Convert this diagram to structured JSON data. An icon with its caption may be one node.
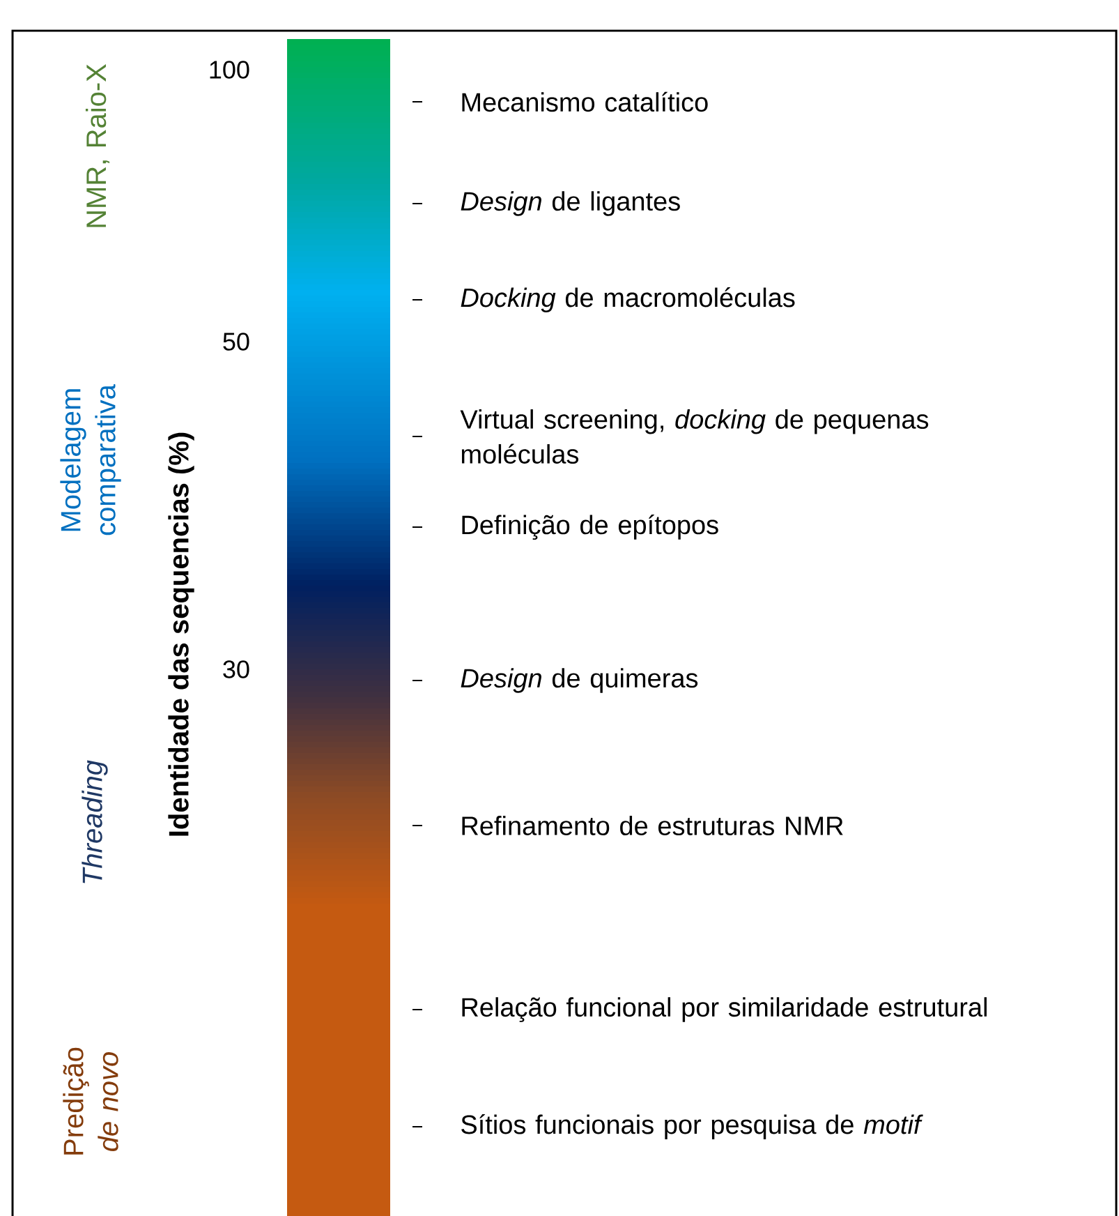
{
  "diagram": {
    "labels": [
      "NMR, Raio-X",
      "100",
      "50",
      "Modelagem comparativa",
      "Identidade das sequencias (%)",
      "30",
      "Threading",
      "Predição *de novo*",
      "Mecanismo catalítico",
      "*Design* de ligantes",
      "*Docking* de macromoléculas",
      "Virtual screening, *docking* de pequenas moléculas",
      "Definição de epítopos",
      "*Design* de quimeras",
      "Refinamento de estruturas NMR",
      "Relação funcional por similaridade estrutural",
      "Sítios funcionais por pesquisa de *motif*"
    ]
  }
}
